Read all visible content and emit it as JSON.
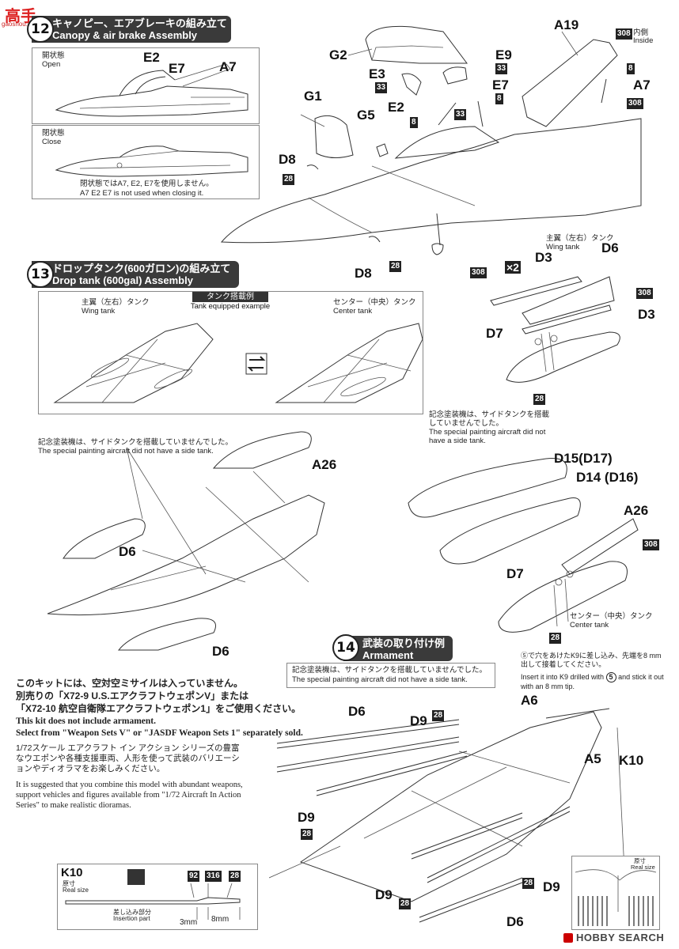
{
  "step12": {
    "number": "12",
    "title_jp": "キャノピー、エアブレーキの組み立て",
    "title_en": "Canopy & air brake Assembly",
    "open_jp": "開状態",
    "open_en": "Open",
    "close_jp": "閉状態",
    "close_en": "Close",
    "close_note_jp": "閉状態ではA7, E2, E7を使用しません。",
    "close_note_en": "A7 E2 E7 is not used when closing it.",
    "inside_jp": "内側",
    "inside_en": "Inside"
  },
  "step13": {
    "number": "13",
    "title_jp": "ドロップタンク(600ガロン)の組み立て",
    "title_en": "Drop tank (600gal) Assembly",
    "example_jp": "タンク搭載例",
    "example_en": "Tank equipped example",
    "wing_tank_jp": "主翼（左右）タンク",
    "wing_tank_en": "Wing tank",
    "center_tank_jp": "センター（中央）タンク",
    "center_tank_en": "Center tank",
    "x2": "×2",
    "side_tank_note_jp": "記念塗装機は、サイドタンクを搭載していませんでした。",
    "side_tank_note_en": "The special painting aircraft did not have a side tank.",
    "side_tank_note2_jp_a": "記念塗装機は、サイドタンクを搭載",
    "side_tank_note2_jp_b": "していませんでした。",
    "side_tank_note2_en_a": "The special painting aircraft did not",
    "side_tank_note2_en_b": "have a side tank."
  },
  "step14": {
    "number": "14",
    "title_jp": "武装の取り付け例",
    "title_en": "Armament",
    "note_jp": "記念塗装機は、サイドタンクを搭載していませんでした。",
    "note_en": "The special painting aircraft did not have a side tank.",
    "k9_jp": "⑤で穴をあけたK9に差し込み、先端を8 mm 出して接着してください。",
    "k9_en_a": "Insert it into K9 drilled with",
    "k9_en_num": "5",
    "k9_en_b": "and stick it out",
    "k9_en_c": "with an 8 mm tip.",
    "real_size_jp": "原寸",
    "real_size_en": "Real size"
  },
  "armament_note": {
    "line1_jp": "このキットには、空対空ミサイルは入っていません。",
    "line2_jp": "別売りの「X72-9 U.S.エアクラフトウェポンV」または",
    "line3_jp": "「X72-10 航空自衛隊エアクラフトウェポン1」をご使用ください。",
    "line1_en": "This kit does not include armament.",
    "line2_en": "Select from \"Weapon Sets V\" or \"JASDF Weapon Sets 1\" separately sold.",
    "para_jp": "1/72スケール エアクラフト イン アクション シリーズの豊富なウエポンや各種支援車両、人形を使って武装のバリエーションやディオラマをお楽しみください。",
    "para_en": "It is suggested that you combine this model with abundant weapons, support vehicles and figures available from \"1/72 Aircraft In Action Series\" to make realistic dioramas."
  },
  "k10_detail": {
    "part": "K10",
    "real_size_jp": "原寸",
    "real_size_en": "Real size",
    "insertion_jp": "差し込み部分",
    "insertion_en": "Insertion part",
    "dim1": "3mm",
    "dim2": "8mm",
    "colors": [
      "92",
      "316",
      "28"
    ]
  },
  "labels": {
    "G2": "G2",
    "E2": "E2",
    "E3": "E3",
    "E7": "E7",
    "E9": "E9",
    "A19": "A19",
    "A7": "A7",
    "G1": "G1",
    "G5": "G5",
    "D8": "D8",
    "D3": "D3",
    "D6": "D6",
    "D7": "D7",
    "A26": "A26",
    "D15": "D15(D17)",
    "D14": "D14 (D16)",
    "A6": "A6",
    "A5": "A5",
    "K10": "K10",
    "D9": "D9"
  },
  "paint_codes": {
    "c308": "308",
    "c8": "8",
    "c33": "33",
    "c28": "28",
    "c92": "92",
    "c316": "316"
  },
  "watermark": {
    "logo_text": "高手",
    "logo_url": "gaoshou.com",
    "footer": "HOBBY SEARCH"
  }
}
